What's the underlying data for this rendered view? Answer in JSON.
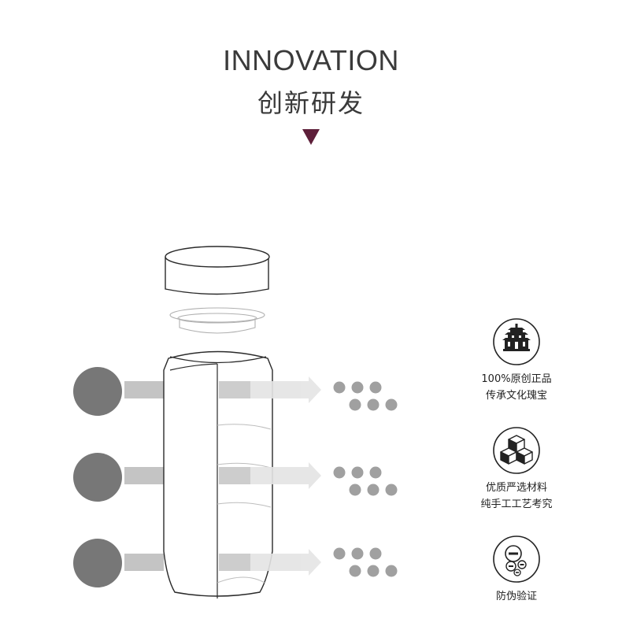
{
  "header": {
    "title": "INNOVATION",
    "subtitle": "创新研发"
  },
  "colors": {
    "accent": "#5e1f3a",
    "circle": "#777777",
    "dot": "#a0a0a0",
    "bar": "#c4c4c4"
  },
  "features": [
    {
      "icon": "temple-icon",
      "lines": [
        "100%原创正品",
        "传承文化瑰宝"
      ]
    },
    {
      "icon": "cubes-icon",
      "lines": [
        "优质严选材料",
        "纯手工工艺考究"
      ]
    },
    {
      "icon": "anti-counterfeit-icon",
      "lines": [
        "防伪验证"
      ]
    }
  ]
}
